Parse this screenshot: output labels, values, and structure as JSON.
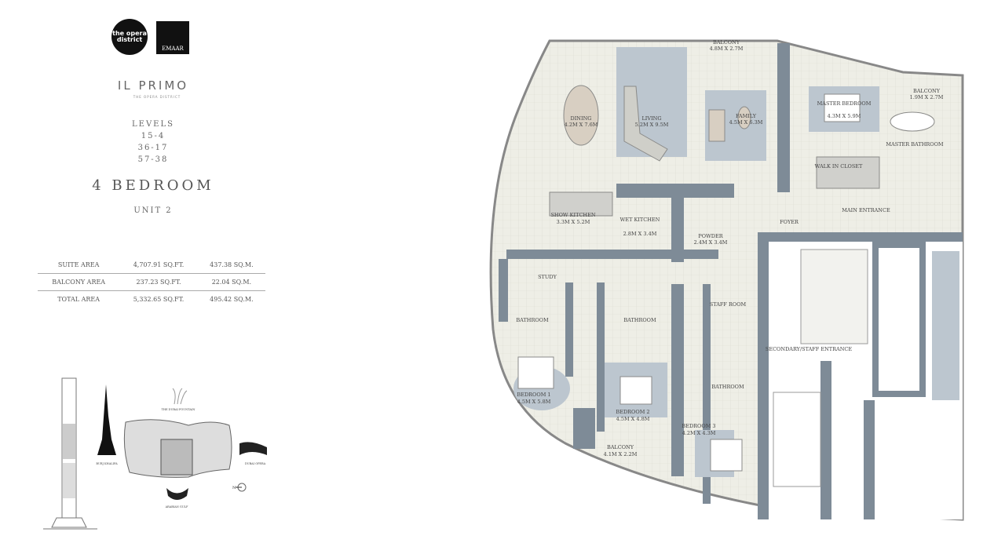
{
  "logos": {
    "opera_district": "the opera district",
    "emaar": "EMAAR"
  },
  "project": {
    "name": "IL PRIMO",
    "tagline": "THE OPERA DISTRICT"
  },
  "levels": {
    "label": "LEVELS",
    "ranges": [
      "15-4",
      "36-17",
      "57-38"
    ]
  },
  "unit_type": "4 BEDROOM",
  "unit_number": "UNIT 2",
  "areas": [
    {
      "label": "SUITE AREA",
      "sqft": "4,707.91 SQ.FT.",
      "sqm": "437.38 SQ.M."
    },
    {
      "label": "BALCONY AREA",
      "sqft": "237.23 SQ.FT.",
      "sqm": "22.04 SQ.M."
    },
    {
      "label": "TOTAL AREA",
      "sqft": "5,332.65 SQ.FT.",
      "sqm": "495.42 SQ.M."
    }
  ],
  "key_plan": {
    "landmarks": [
      "THE DUBAI FOUNTAIN",
      "BURJ KHALIFA",
      "DUBAI OPERA",
      "ARABIAN GULF"
    ],
    "north": "N"
  },
  "rooms": {
    "balcony_main": {
      "name": "BALCONY",
      "size": "4.8M X 2.7M"
    },
    "dining": {
      "name": "DINING",
      "size": "4.2M X 7.6M"
    },
    "living": {
      "name": "LIVING",
      "size": "5.2M X 9.5M"
    },
    "family": {
      "name": "FAMILY",
      "size": "4.5M X 6.3M"
    },
    "master_bedroom": {
      "name": "MASTER BEDROOM",
      "size": "4.3M X 5.9M"
    },
    "balcony_master": {
      "name": "BALCONY",
      "size": "1.9M X 2.7M"
    },
    "master_bathroom": {
      "name": "MASTER BATHROOM"
    },
    "walk_in_closet": {
      "name": "WALK IN CLOSET"
    },
    "show_kitchen": {
      "name": "SHOW KITCHEN",
      "size": "3.3M X 5.2M"
    },
    "wet_kitchen": {
      "name": "WET KITCHEN",
      "size": "2.8M X 3.4M"
    },
    "powder": {
      "name": "POWDER",
      "size": "2.4M X 3.4M"
    },
    "foyer": {
      "name": "FOYER"
    },
    "main_entrance": {
      "name": "MAIN ENTRANCE"
    },
    "study": {
      "name": "STUDY"
    },
    "bathroom_1": {
      "name": "BATHROOM"
    },
    "bathroom_2": {
      "name": "BATHROOM"
    },
    "bathroom_3": {
      "name": "BATHROOM"
    },
    "staff_room": {
      "name": "STAFF ROOM"
    },
    "secondary_entrance": {
      "name": "SECONDARY/STAFF ENTRANCE"
    },
    "bedroom_1": {
      "name": "BEDROOM 1",
      "size": "4.5M X 5.8M"
    },
    "bedroom_2": {
      "name": "BEDROOM 2",
      "size": "4.5M X 4.8M"
    },
    "bedroom_3": {
      "name": "BEDROOM 3",
      "size": "4.2M X 4.3M"
    },
    "balcony_bed2": {
      "name": "BALCONY",
      "size": "4.1M X 2.2M"
    }
  },
  "colors": {
    "floor": "#eeeee6",
    "wall": "#7e8b97",
    "rug": "#bcc6cf",
    "wood": "#d8cfc2",
    "text": "#555555"
  }
}
